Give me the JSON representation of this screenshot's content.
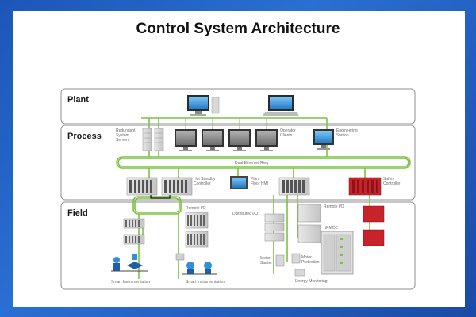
{
  "title": "Control System Architecture",
  "zones": {
    "plant": "Plant",
    "process": "Process",
    "field": "Field"
  },
  "labels": {
    "redundant_servers": [
      "Redundant",
      "System",
      "Servers"
    ],
    "operator_clients": [
      "Operator",
      "Clients"
    ],
    "engineering_station": [
      "Engineering",
      "Station"
    ],
    "dual_ethernet_ring": "Dual Ethernet Ring",
    "hot_standby_controller": [
      "Hot Standby",
      "Controller"
    ],
    "plant_floor_hmi": [
      "Plant",
      "Floor HMI"
    ],
    "safety_controller": [
      "Safety",
      "Controller"
    ],
    "remote_io_left": "Remote I/O",
    "distributed_io": "Distributed I/O",
    "remote_io_right": "Remote I/O",
    "ipmcc": "iPMCC",
    "motor_starter": [
      "Motor",
      "Starter"
    ],
    "motor_protection": [
      "Motor",
      "Protection"
    ],
    "energy_monitoring": "Energy Monitoring",
    "smart_instrumentation_1": "Smart Instrumentation",
    "smart_instrumentation_2": "Smart Instrumentation"
  },
  "colors": {
    "frame": "#1f5fc4",
    "network_line": "#7cc242",
    "zone_border": "#9a9a9a",
    "safety_red": "#c8232b",
    "screen_blue": "#2f8fd8"
  }
}
